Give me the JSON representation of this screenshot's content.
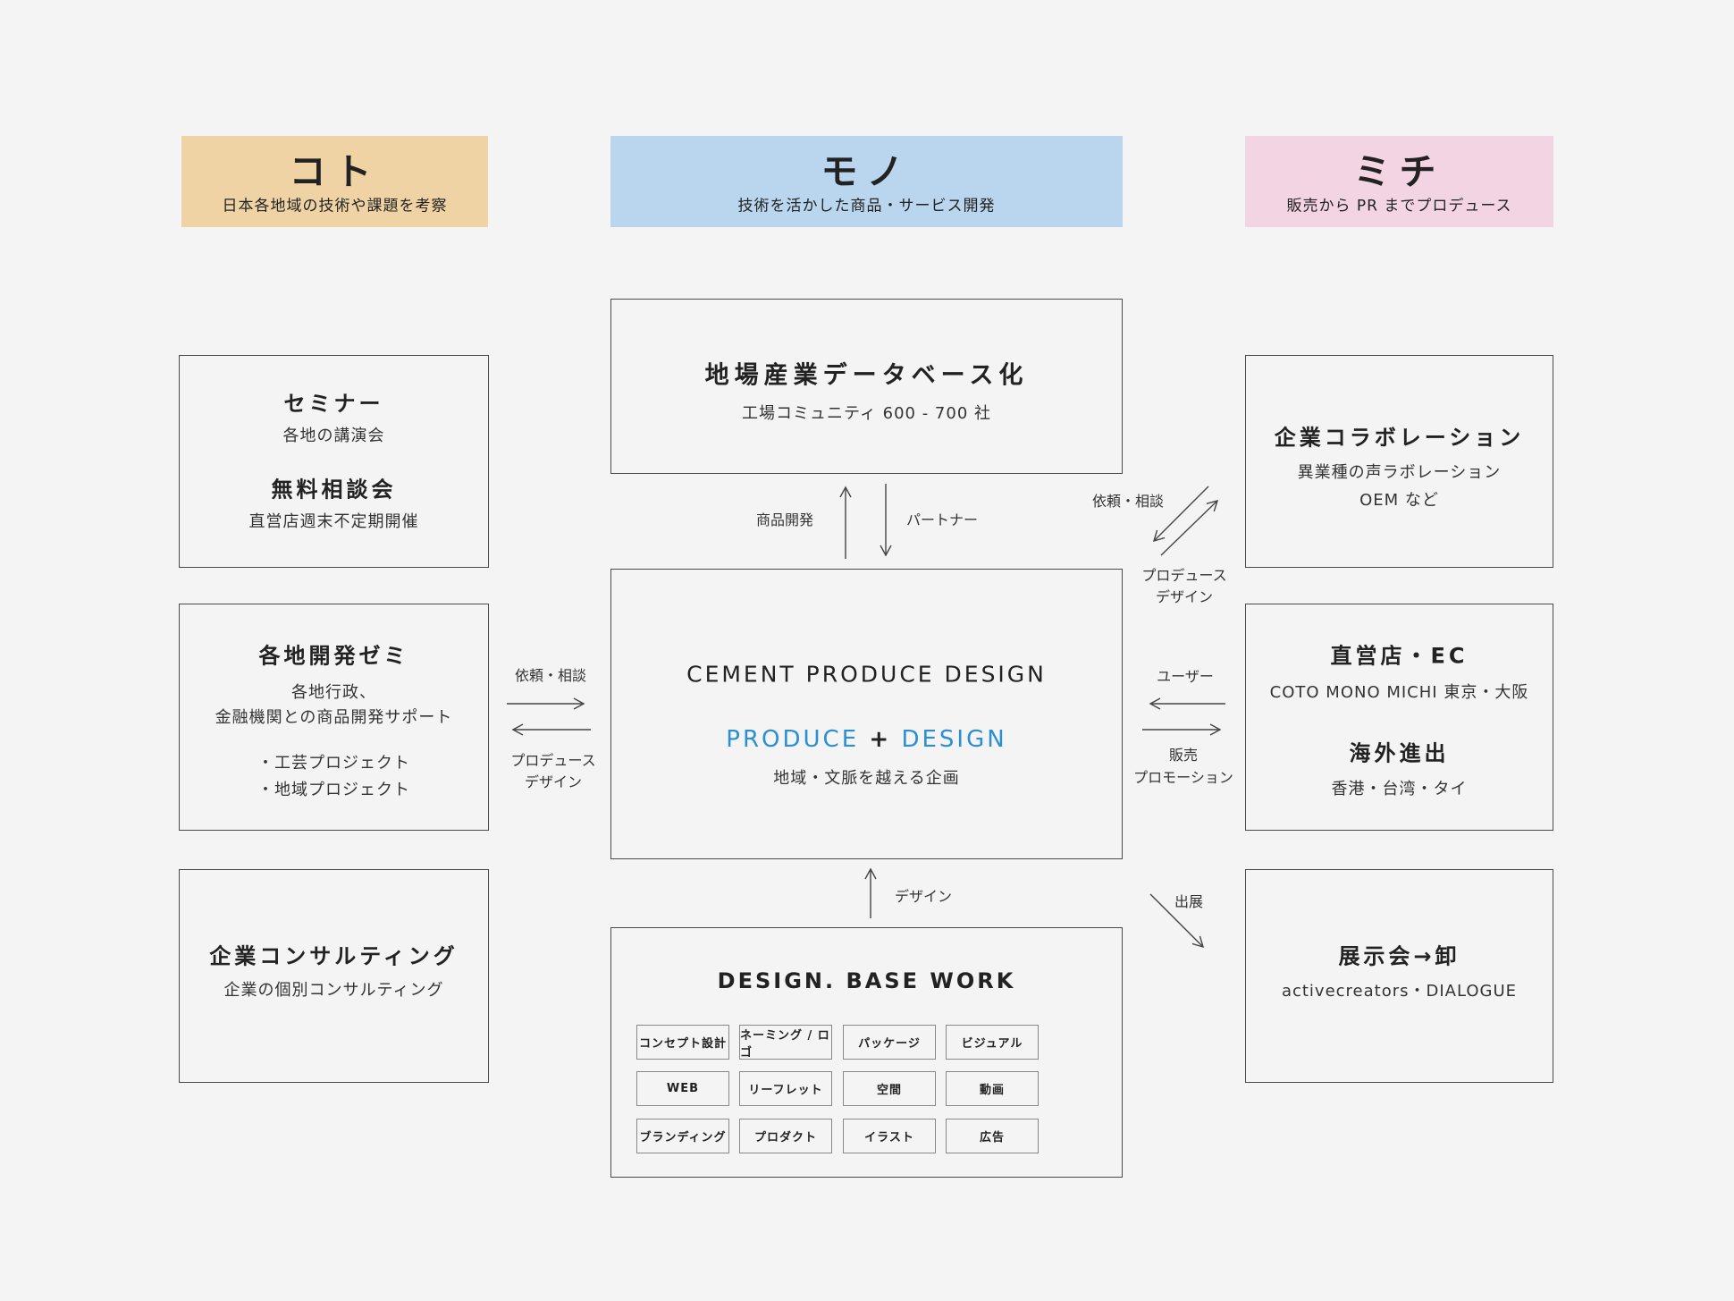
{
  "colors": {
    "koto": "#f0d3a5",
    "mono": "#bad5ee",
    "michi": "#f3d4e3",
    "accent": "#2a8fd4"
  },
  "headers": [
    {
      "title": "コト",
      "subtitle": "日本各地域の技術や課題を考察"
    },
    {
      "title": "モノ",
      "subtitle": "技術を活かした商品・サービス開発"
    },
    {
      "title": "ミチ",
      "subtitle": "販売から PR までプロデュース"
    }
  ],
  "left": {
    "seminar": {
      "title": "セミナー",
      "sub": "各地の講演会",
      "title2": "無料相談会",
      "sub2": "直営店週末不定期開催"
    },
    "zemi": {
      "title": "各地開発ゼミ",
      "line1": "各地行政、",
      "line2": "金融機関との商品開発サポート",
      "item1": "・工芸プロジェクト",
      "item2": "・地域プロジェクト"
    },
    "consulting": {
      "title": "企業コンサルティング",
      "sub": "企業の個別コンサルティング"
    }
  },
  "center": {
    "database": {
      "title": "地場産業データベース化",
      "sub": "工場コミュニティ 600 - 700 社"
    },
    "cement": {
      "title": "CEMENT PRODUCE DESIGN",
      "produce": "PRODUCE",
      "plus": "+",
      "design": "DESIGN",
      "sub": "地域・文脈を越える企画"
    },
    "base": {
      "title": "DESIGN. BASE WORK",
      "tiles": [
        "コンセプト設計",
        "ネーミング / ロゴ",
        "パッケージ",
        "ビジュアル",
        "WEB",
        "リーフレット",
        "空間",
        "動画",
        "ブランディング",
        "プロダクト",
        "イラスト",
        "広告"
      ]
    }
  },
  "right": {
    "collab": {
      "title": "企業コラボレーション",
      "sub": "異業種の声ラボレーション",
      "sub2": "OEM など"
    },
    "store": {
      "title": "直営店・EC",
      "sub": "COTO MONO MICHI 東京・大阪",
      "title2": "海外進出",
      "sub2": "香港・台湾・タイ"
    },
    "exhibit": {
      "title": "展示会→卸",
      "sub": "activecreators・DIALOGUE"
    }
  },
  "arrows": {
    "product_dev": "商品開発",
    "partner": "パートナー",
    "left_request": "依頼・相談",
    "left_produce": "プロデュース",
    "left_design": "デザイン",
    "right_request": "依頼・相談",
    "right_produce": "プロデュース",
    "right_design": "デザイン",
    "user": "ユーザー",
    "sales": "販売",
    "promotion": "プロモーション",
    "design_up": "デザイン",
    "exhibit": "出展"
  }
}
